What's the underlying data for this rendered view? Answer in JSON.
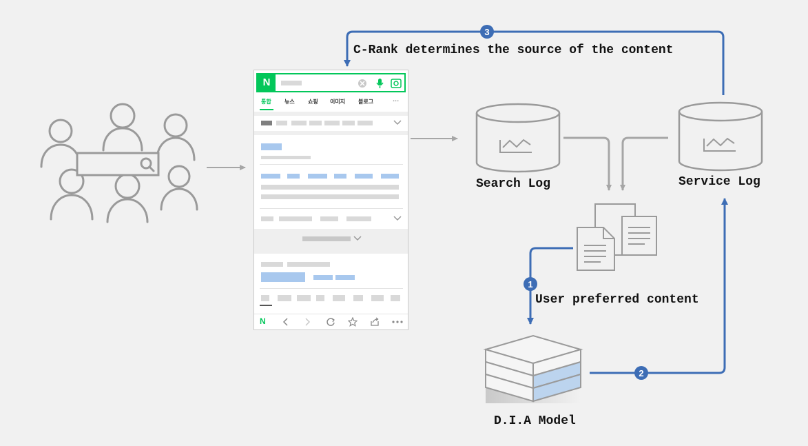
{
  "labels": {
    "search_log": "Search Log",
    "service_log": "Service Log",
    "crank": "C-Rank determines the source of the content",
    "user_pref": "User preferred content",
    "dia_model": "D.I.A Model"
  },
  "steps": [
    "1",
    "2",
    "3"
  ],
  "phone": {
    "logo": "N",
    "tabs": [
      "통합",
      "뉴스",
      "쇼핑",
      "이미지",
      "블로그"
    ],
    "more": "···",
    "nav_logo": "N"
  },
  "colors": {
    "flow_blue": "#3d6db5",
    "gray_arrow": "#a6a6a6",
    "icon_gray": "#9a9a9a",
    "brand_green": "#03c75a"
  }
}
